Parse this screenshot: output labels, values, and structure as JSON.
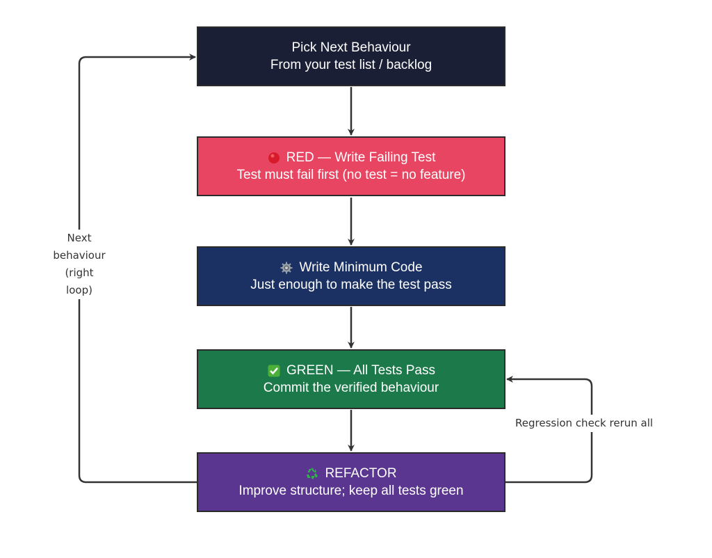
{
  "diagram": {
    "type": "flowchart",
    "nodes": [
      {
        "id": "pick",
        "title": "Pick Next Behaviour",
        "subtitle": "From your test list / backlog",
        "icon": "",
        "color": "#1b1f36"
      },
      {
        "id": "red",
        "title": "RED — Write Failing Test",
        "subtitle": "Test must fail first (no test = no feature)",
        "icon": "red-circle-icon",
        "color": "#e84562"
      },
      {
        "id": "code",
        "title": "Write Minimum Code",
        "subtitle": "Just enough to make the test pass",
        "icon": "gear-icon",
        "color": "#1b3163"
      },
      {
        "id": "green",
        "title": "GREEN — All Tests Pass",
        "subtitle": "Commit the verified behaviour",
        "icon": "check-mark-icon",
        "color": "#1c7a4a"
      },
      {
        "id": "refactor",
        "title": "REFACTOR",
        "subtitle": "Improve structure; keep all tests green",
        "icon": "recycle-icon",
        "color": "#5b3690"
      }
    ],
    "edges": [
      {
        "from": "pick",
        "to": "red",
        "label": ""
      },
      {
        "from": "red",
        "to": "code",
        "label": ""
      },
      {
        "from": "code",
        "to": "green",
        "label": ""
      },
      {
        "from": "green",
        "to": "refactor",
        "label": ""
      },
      {
        "from": "refactor",
        "to": "pick",
        "label": "Next behaviour (right loop)"
      },
      {
        "from": "refactor",
        "to": "green",
        "label": "Regression check rerun all"
      }
    ],
    "labels": {
      "left_loop": [
        "Next",
        "behaviour",
        "(right",
        "loop)"
      ],
      "right_loop": "Regression check rerun all"
    }
  }
}
